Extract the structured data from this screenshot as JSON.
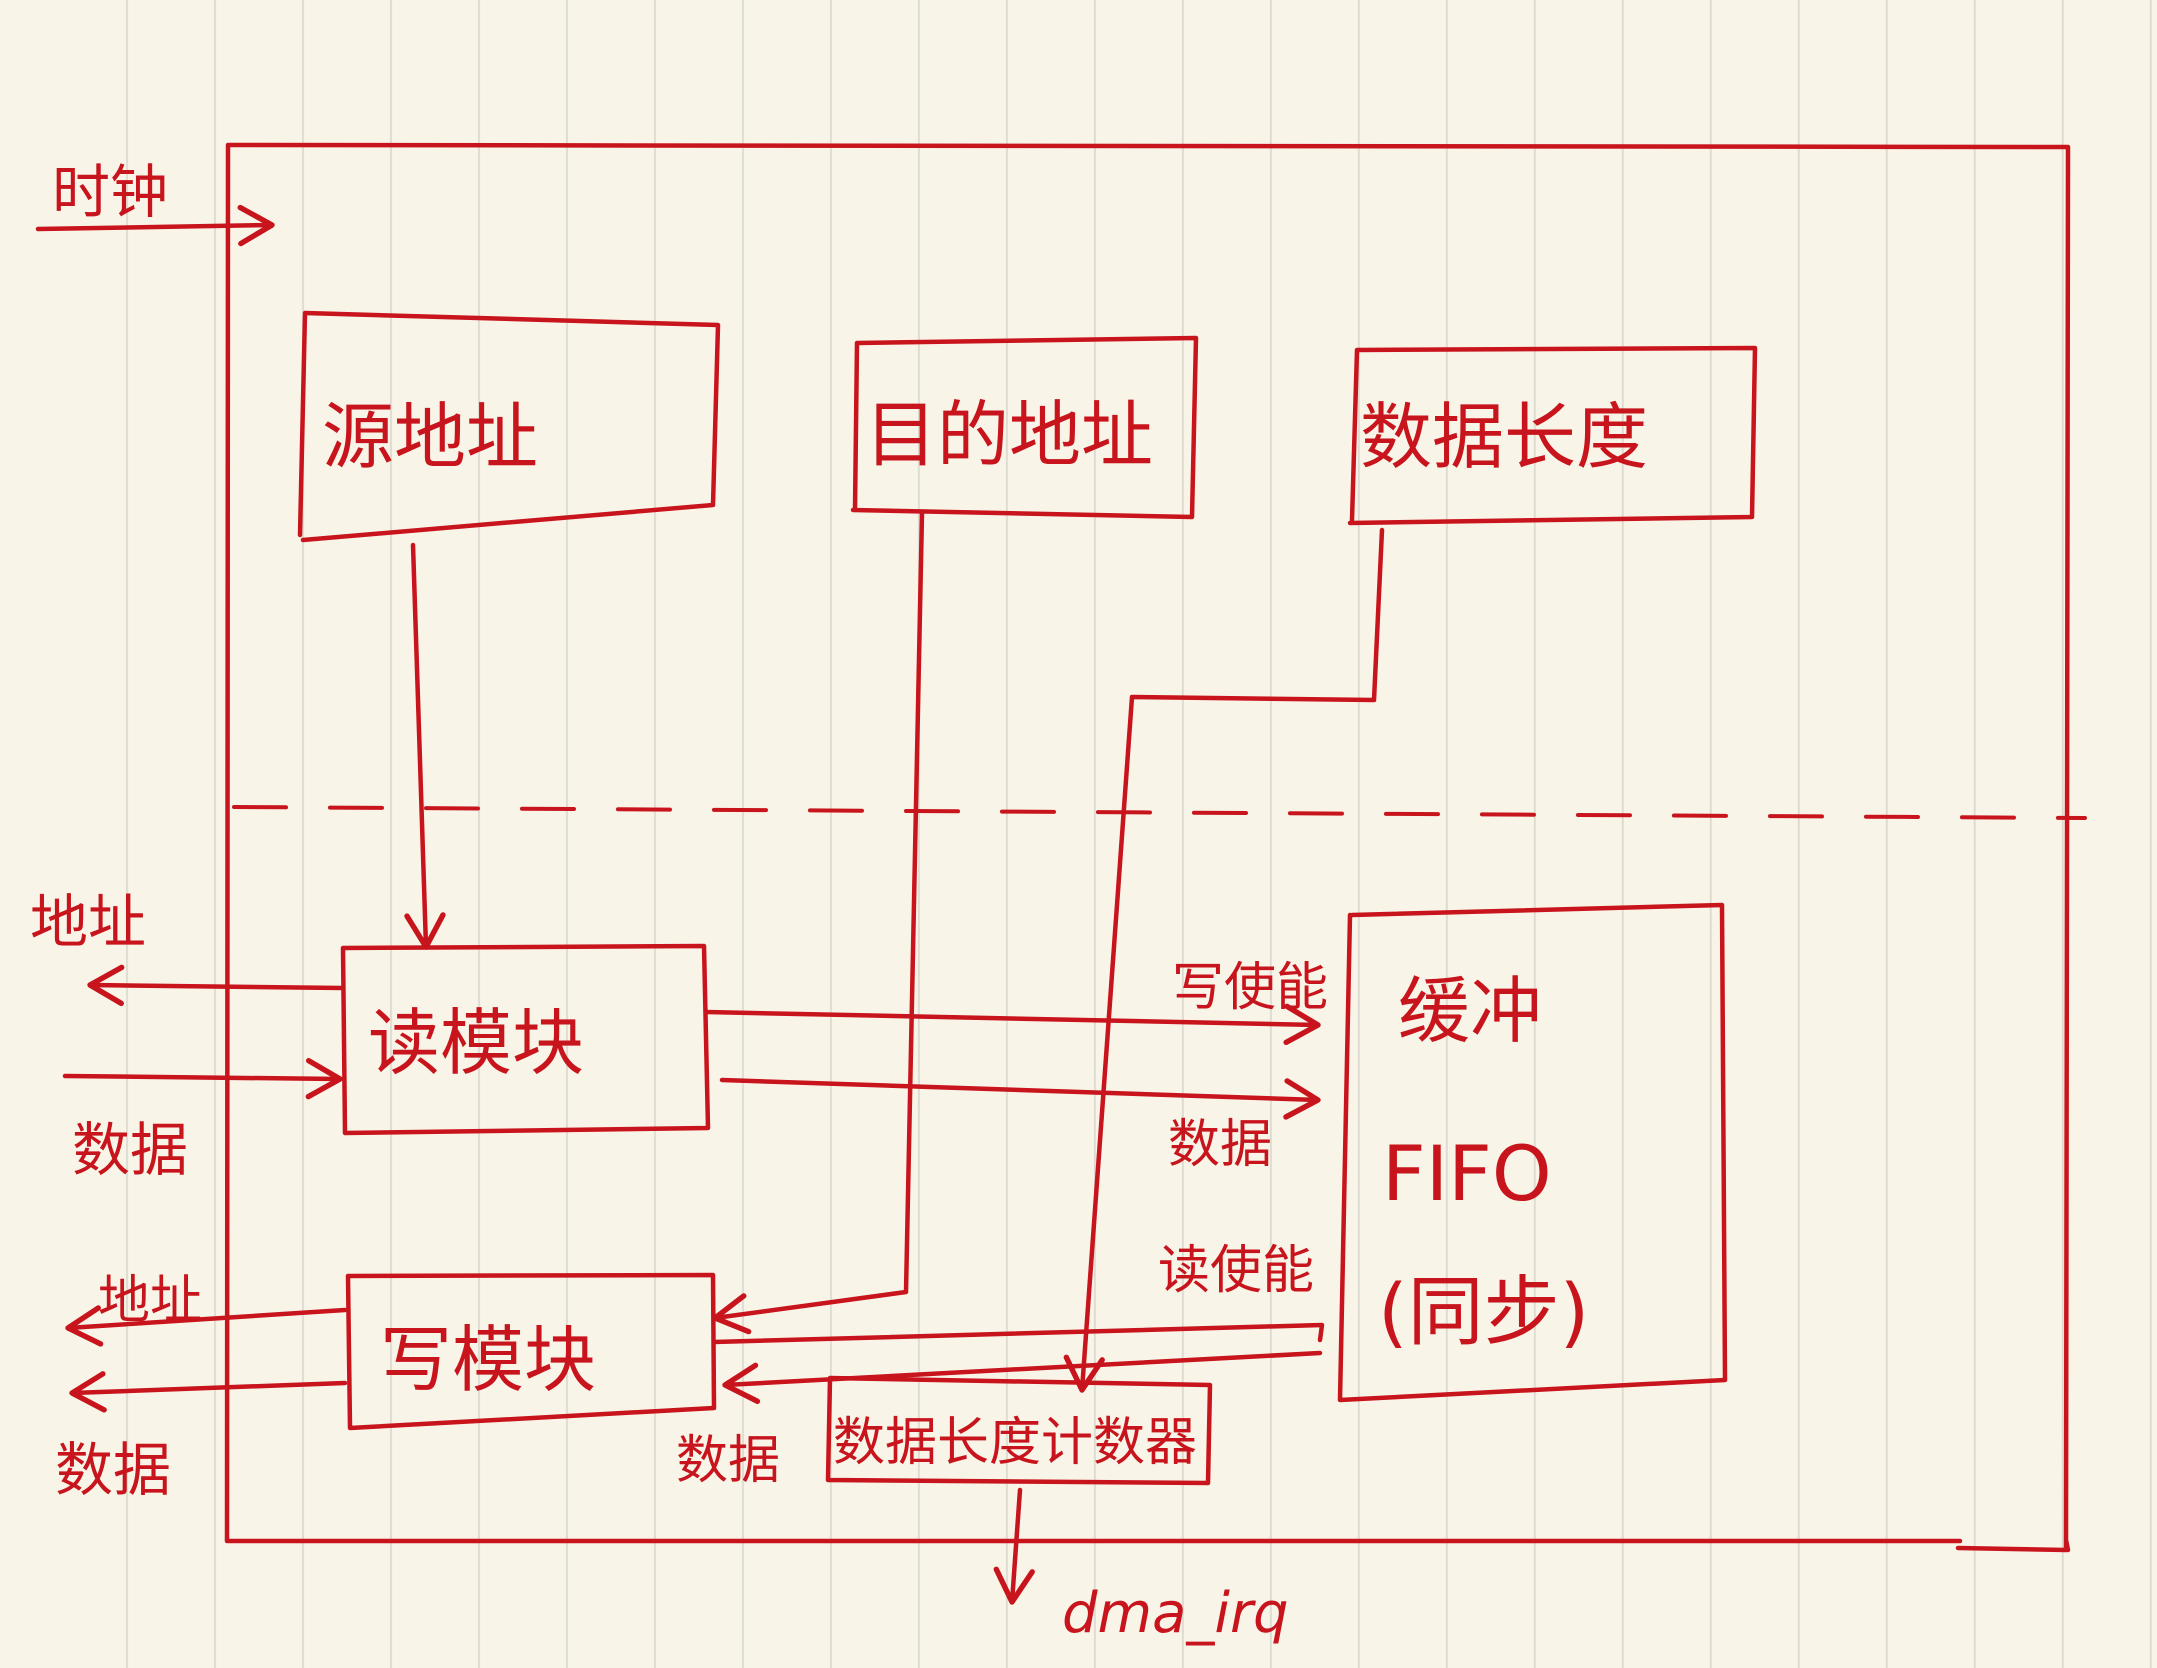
{
  "labels": {
    "clock": "时钟",
    "src_addr": "源地址",
    "dst_addr": "目的地址",
    "data_len": "数据长度",
    "read_module": "读模块",
    "write_module": "写模块",
    "buffer_line1": "缓冲",
    "buffer_line2": "FIFO",
    "buffer_line3": "(同步)",
    "read_addr_out": "地址",
    "read_data_in": "数据",
    "write_addr_out": "地址",
    "write_data_out": "数据",
    "write_enable": "写使能",
    "fifo_data_in": "数据",
    "read_enable": "读使能",
    "write_data_in": "数据",
    "len_counter": "数据长度计数器",
    "dma_irq": "dma_irq"
  }
}
